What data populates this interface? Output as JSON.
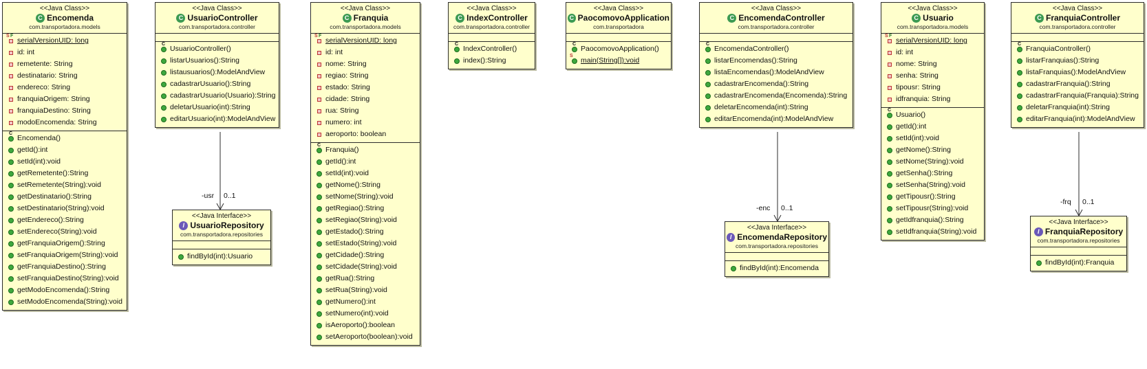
{
  "classes": {
    "encomenda": {
      "stereotype": "<<Java Class>>",
      "name": "Encomenda",
      "package": "com.transportadora.models",
      "fields": [
        "serialVersionUID: long",
        "id: int",
        "remetente: String",
        "destinatario: String",
        "endereco: String",
        "franquiaOrigem: String",
        "franquiaDestino: String",
        "modoEncomenda: String"
      ],
      "methods": [
        "Encomenda()",
        "getId():int",
        "setId(int):void",
        "getRemetente():String",
        "setRemetente(String):void",
        "getDestinatario():String",
        "setDestinatario(String):void",
        "getEndereco():String",
        "setEndereco(String):void",
        "getFranquiaOrigem():String",
        "setFranquiaOrigem(String):void",
        "getFranquiaDestino():String",
        "setFranquiaDestino(String):void",
        "getModoEncomenda():String",
        "setModoEncomenda(String):void"
      ]
    },
    "usuario_controller": {
      "stereotype": "<<Java Class>>",
      "name": "UsuarioController",
      "package": "com.transportadora.controller",
      "fields": [],
      "methods": [
        "UsuarioController()",
        "listarUsuarios():String",
        "listausuarios():ModelAndView",
        "cadastrarUsuario():String",
        "cadastrarUsuario(Usuario):String",
        "deletarUsuario(int):String",
        "editarUsuario(int):ModelAndView"
      ]
    },
    "franquia": {
      "stereotype": "<<Java Class>>",
      "name": "Franquia",
      "package": "com.transportadora.models",
      "fields": [
        "serialVersionUID: long",
        "id: int",
        "nome: String",
        "regiao: String",
        "estado: String",
        "cidade: String",
        "rua: String",
        "numero: int",
        "aeroporto: boolean"
      ],
      "methods": [
        "Franquia()",
        "getId():int",
        "setId(int):void",
        "getNome():String",
        "setNome(String):void",
        "getRegiao():String",
        "setRegiao(String):void",
        "getEstado():String",
        "setEstado(String):void",
        "getCidade():String",
        "setCidade(String):void",
        "getRua():String",
        "setRua(String):void",
        "getNumero():int",
        "setNumero(int):void",
        "isAeroporto():boolean",
        "setAeroporto(boolean):void"
      ]
    },
    "index_controller": {
      "stereotype": "<<Java Class>>",
      "name": "IndexController",
      "package": "com.transportadora.controller",
      "fields": [],
      "methods": [
        "IndexController()",
        "index():String"
      ]
    },
    "paocomovo_application": {
      "stereotype": "<<Java Class>>",
      "name": "PaocomovoApplication",
      "package": "com.transportadora",
      "fields": [],
      "methods": [
        "PaocomovoApplication()",
        "main(String[]):void"
      ]
    },
    "encomenda_controller": {
      "stereotype": "<<Java Class>>",
      "name": "EncomendaController",
      "package": "com.transportadora.controller",
      "fields": [],
      "methods": [
        "EncomendaController()",
        "listarEncomendas():String",
        "listaEncomendas():ModelAndView",
        "cadastrarEncomenda():String",
        "cadastrarEncomenda(Encomenda):String",
        "deletarEncomenda(int):String",
        "editarEncomenda(int):ModelAndView"
      ]
    },
    "usuario": {
      "stereotype": "<<Java Class>>",
      "name": "Usuario",
      "package": "com.transportadora.models",
      "fields": [
        "serialVersionUID: long",
        "id: int",
        "nome: String",
        "senha: String",
        "tipousr: String",
        "idfranquia: String"
      ],
      "methods": [
        "Usuario()",
        "getId():int",
        "setId(int):void",
        "getNome():String",
        "setNome(String):void",
        "getSenha():String",
        "setSenha(String):void",
        "getTipousr():String",
        "setTipousr(String):void",
        "getIdfranquia():String",
        "setIdfranquia(String):void"
      ]
    },
    "franquia_controller": {
      "stereotype": "<<Java Class>>",
      "name": "FranquiaController",
      "package": "com.transportadora.controller",
      "fields": [],
      "methods": [
        "FranquiaController()",
        "listarFranquias():String",
        "listaFranquias():ModelAndView",
        "cadastrarFranquia():String",
        "cadastrarFranquia(Franquia):String",
        "deletarFranquia(int):String",
        "editarFranquia(int):ModelAndView"
      ]
    }
  },
  "interfaces": {
    "usuario_repository": {
      "stereotype": "<<Java Interface>>",
      "name": "UsuarioRepository",
      "package": "com.transportadora.repositories",
      "methods": [
        "findById(int):Usuario"
      ]
    },
    "encomenda_repository": {
      "stereotype": "<<Java Interface>>",
      "name": "EncomendaRepository",
      "package": "com.transportadora.repositories",
      "methods": [
        "findById(int):Encomenda"
      ]
    },
    "franquia_repository": {
      "stereotype": "<<Java Interface>>",
      "name": "FranquiaRepository",
      "package": "com.transportadora.repositories",
      "methods": [
        "findById(int):Franquia"
      ]
    }
  },
  "associations": {
    "usr": {
      "role": "-usr",
      "multiplicity": "0..1"
    },
    "enc": {
      "role": "-enc",
      "multiplicity": "0..1"
    },
    "frq": {
      "role": "-frq",
      "multiplicity": "0..1"
    }
  },
  "icons": {
    "class": "class-icon",
    "interface": "interface-icon",
    "public_method": "green-dot-icon",
    "private_field": "red-square-icon",
    "static_final": "sf-marker",
    "constructor": "c-marker",
    "static_method": "s-marker"
  },
  "colors": {
    "box_fill": "#ffffcc",
    "border": "#2b2b2b",
    "method_icon": "#3ea83e",
    "field_icon": "#b33333",
    "class_icon": "#3c9a52",
    "interface_icon": "#6a58b8"
  }
}
